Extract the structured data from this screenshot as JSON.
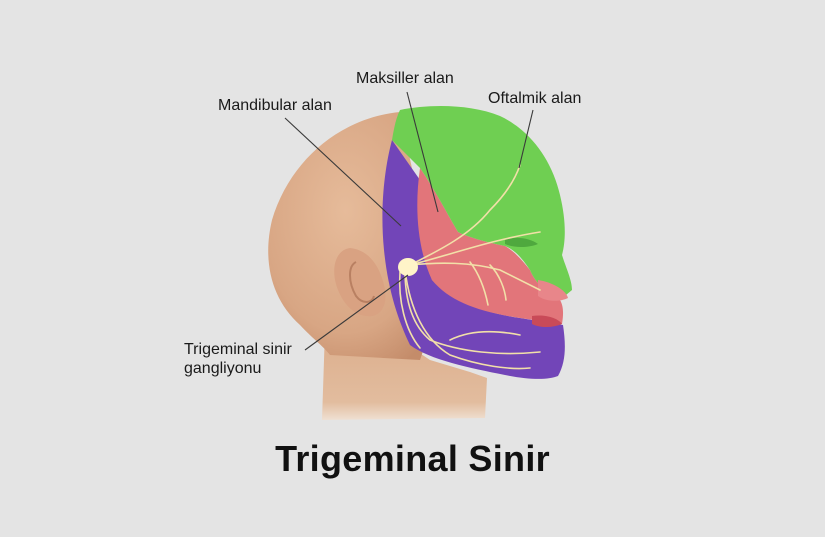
{
  "diagram": {
    "title": "Trigeminal Sinir",
    "labels": {
      "maxillary": "Maksiller alan",
      "ophthalmic": "Oftalmik alan",
      "mandibular": "Mandibular alan",
      "ganglion_line1": "Trigeminal sinir",
      "ganglion_line2": "gangliyonu"
    },
    "colors": {
      "background": "#e4e4e4",
      "skin": "#dcae8c",
      "ophthalmic_region": "#6fcf52",
      "maxillary_region": "#e2757a",
      "mandibular_region": "#7245b8",
      "nerve": "#f2e0a8",
      "leader_line": "#3a3a3a"
    }
  }
}
